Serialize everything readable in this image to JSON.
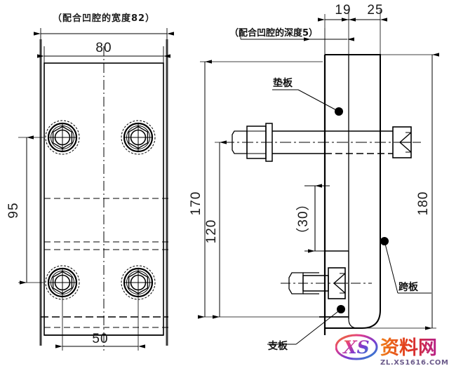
{
  "drawing": {
    "title": "Mechanical assembly orthographic drawing",
    "line_color": "#000000",
    "text_color": "#1a1a1a",
    "background": "#ffffff"
  },
  "front_view": {
    "name": "front-view",
    "dimensions": {
      "overall_width_note": "（配合凹腔的宽度82）",
      "overall_width": "80",
      "vertical_hole_spacing": "95",
      "horizontal_hole_spacing": "50"
    },
    "features": {
      "bolt_count": 4,
      "centerline": "vertical-center"
    }
  },
  "side_view": {
    "name": "side-view",
    "dimensions": {
      "pocket_depth_note": "（配合凹腔的深度5）",
      "plate_thickness": "19",
      "cross_plate_thickness": "25",
      "support_height": "170",
      "lower_height": "120",
      "bracket_offset": "（30）",
      "overall_height": "180"
    },
    "labels": {
      "backing_plate": "垫板",
      "cross_plate": "跨板",
      "support_plate": "支板"
    }
  },
  "watermark": {
    "logo_text": "XS",
    "brand": "资料网",
    "url": "ZL.XS1616.COM"
  }
}
